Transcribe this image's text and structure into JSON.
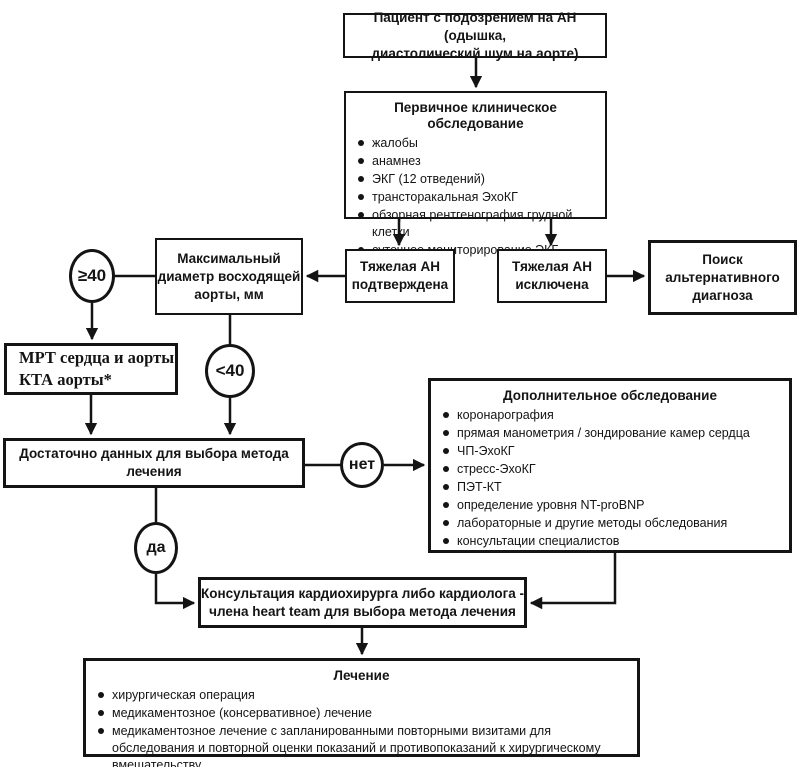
{
  "colors": {
    "ink": "#141414",
    "background": "#ffffff"
  },
  "nodes": {
    "patient": {
      "lines": [
        "Пациент с подозрением на АН (одышка,",
        "диастолический шум на аорте)"
      ]
    },
    "primary": {
      "title": "Первичное клиническое обследование",
      "items": [
        "жалобы",
        "анамнез",
        "ЭКГ (12 отведений)",
        "трансторакальная ЭхоКГ",
        "обзорная рентгенография грудной клетки",
        "суточное мониторирование ЭКГ"
      ]
    },
    "an_confirmed": {
      "lines": [
        "Тяжелая АН",
        "подтверждена"
      ]
    },
    "an_excluded": {
      "lines": [
        "Тяжелая АН",
        "исключена"
      ]
    },
    "max_diameter": {
      "lines": [
        "Максимальный",
        "диаметр восходящей",
        "аорты, мм"
      ]
    },
    "alt_diagnosis": {
      "lines": [
        "Поиск",
        "альтернативного",
        "диагноза"
      ]
    },
    "ge40": {
      "label": "≥40"
    },
    "lt40": {
      "label": "<40"
    },
    "mrt": {
      "lines": [
        "МРТ сердца и аорты",
        "КТА аорты*"
      ]
    },
    "enough_data": {
      "lines": [
        "Достаточно данных для выбора метода",
        "лечения"
      ]
    },
    "no_label": "нет",
    "yes_label": "да",
    "additional": {
      "title": "Дополнительное обследование",
      "items": [
        "коронарография",
        "прямая манометрия / зондирование камер сердца",
        "ЧП-ЭхоКГ",
        "стресс-ЭхоКГ",
        "ПЭТ-КТ",
        "определение уровня NT-proBNP",
        "лабораторные и другие методы обследования",
        "консультации специалистов"
      ]
    },
    "consult": {
      "lines": [
        "Консультация кардиохирурга либо кардиолога -",
        "члена heart team для выбора метода лечения"
      ]
    },
    "treatment": {
      "title": "Лечение",
      "items": [
        "хирургическая операция",
        "медикаментозное (консервативное) лечение",
        "медикаментозное лечение с запланированными повторными визитами для обследования и повторной оценки показаний и противопоказаний к хирургическому вмешательству"
      ]
    }
  }
}
